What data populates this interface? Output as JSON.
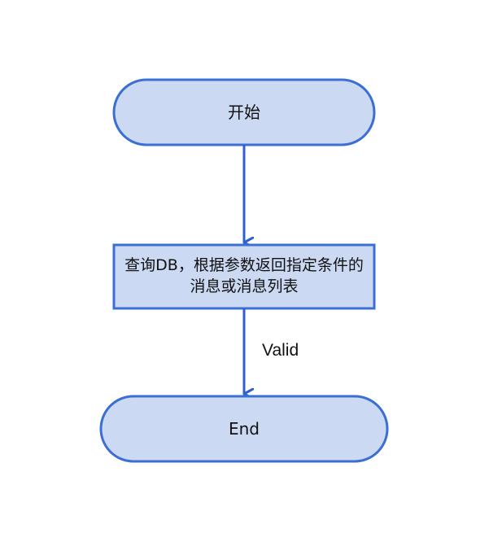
{
  "diagram": {
    "nodes": {
      "start": {
        "text": "开始",
        "shape": "terminator"
      },
      "process": {
        "text": "查询DB，根据参数返回指定条件的消息或消息列表",
        "shape": "process"
      },
      "end": {
        "text": "End",
        "shape": "terminator"
      }
    },
    "edges": [
      {
        "from": "start",
        "to": "process",
        "label": ""
      },
      {
        "from": "process",
        "to": "end",
        "label": "Valid"
      }
    ],
    "colors": {
      "node_fill": "#ccd9f2",
      "node_stroke": "#3b6fd4",
      "edge_stroke": "#2f5fd0"
    }
  }
}
